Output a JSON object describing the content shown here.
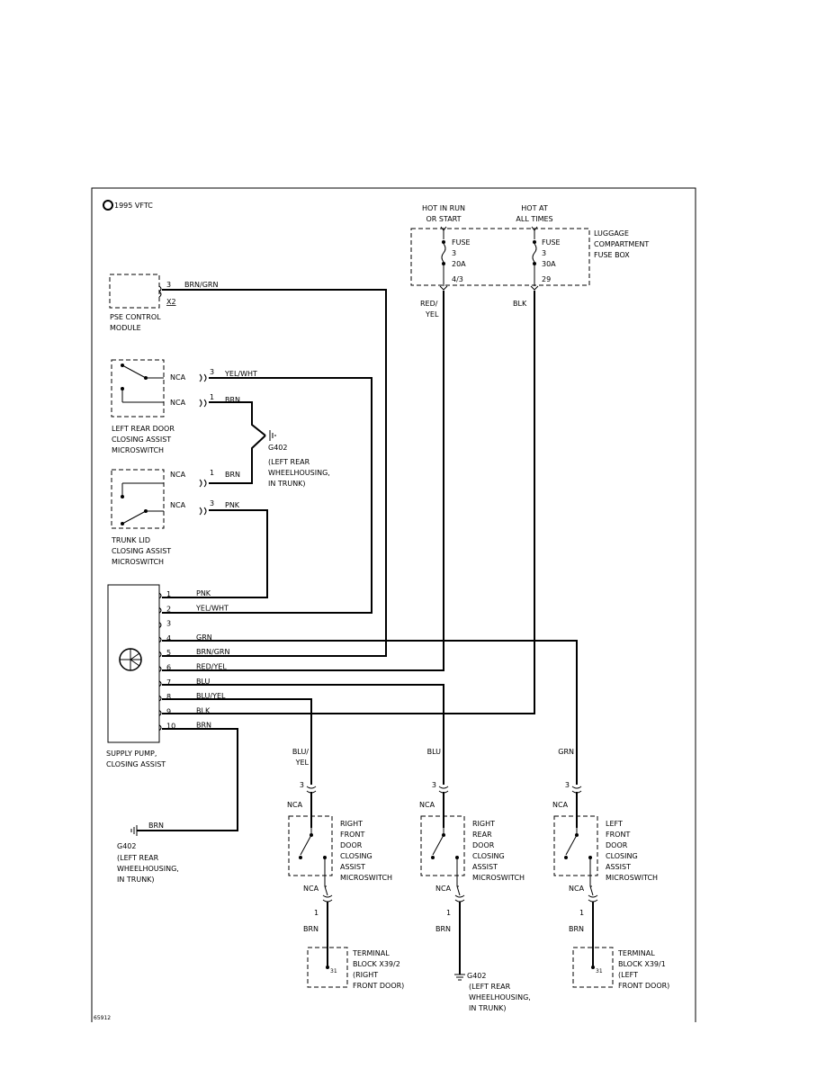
{
  "copyright": "1995 VFTC",
  "figure_id": "65912",
  "fusebox": {
    "label": [
      "LUGGAGE",
      "COMPARTMENT",
      "FUSE BOX"
    ],
    "hot_run": [
      "HOT IN RUN",
      "OR START"
    ],
    "hot_always": [
      "HOT AT",
      "ALL TIMES"
    ],
    "fuse1": [
      "FUSE",
      "3",
      "20A"
    ],
    "fuse1_pin": "4/3",
    "fuse2": [
      "FUSE",
      "3",
      "30A"
    ],
    "fuse2_pin": "29",
    "wire1": [
      "RED/",
      "YEL"
    ],
    "wire2": "BLK"
  },
  "pse": {
    "pin": "3",
    "conn": "X2",
    "wire": "BRN/GRN",
    "label": [
      "PSE CONTROL",
      "MODULE"
    ]
  },
  "lrd_switch": {
    "label": [
      "LEFT REAR DOOR",
      "CLOSING ASSIST",
      "MICROSWITCH"
    ],
    "top": {
      "conn": "NCA",
      "pin": "3",
      "wire": "YEL/WHT"
    },
    "bot": {
      "conn": "NCA",
      "pin": "1",
      "wire": "BRN"
    }
  },
  "g402_top": {
    "label": [
      "G402",
      "(LEFT REAR",
      "WHEELHOUSING,",
      "IN TRUNK)"
    ]
  },
  "trunk_switch": {
    "label": [
      "TRUNK LID",
      "CLOSING ASSIST",
      "MICROSWITCH"
    ],
    "top": {
      "conn": "NCA",
      "pin": "1",
      "wire": "BRN"
    },
    "bot": {
      "conn": "NCA",
      "pin": "3",
      "wire": "PNK"
    }
  },
  "pump": {
    "label": [
      "SUPPLY PUMP,",
      "CLOSING ASSIST"
    ],
    "pins": [
      {
        "pin": "1",
        "wire": "PNK"
      },
      {
        "pin": "2",
        "wire": "YEL/WHT"
      },
      {
        "pin": "3",
        "wire": ""
      },
      {
        "pin": "4",
        "wire": "GRN"
      },
      {
        "pin": "5",
        "wire": "BRN/GRN"
      },
      {
        "pin": "6",
        "wire": "RED/YEL"
      },
      {
        "pin": "7",
        "wire": "BLU"
      },
      {
        "pin": "8",
        "wire": "BLU/YEL"
      },
      {
        "pin": "9",
        "wire": "BLK"
      },
      {
        "pin": "10",
        "wire": "BRN"
      }
    ]
  },
  "g402_left": {
    "wire": "BRN",
    "label": [
      "G402",
      "(LEFT REAR",
      "WHEELHOUSING,",
      "IN TRUNK)"
    ]
  },
  "rf_switch": {
    "wire_in": [
      "BLU/",
      "YEL"
    ],
    "pin_top": "3",
    "conn_top": "NCA",
    "label": [
      "RIGHT",
      "FRONT",
      "DOOR",
      "CLOSING",
      "ASSIST",
      "MICROSWITCH"
    ],
    "conn_bot": "NCA",
    "pin_bot": "1",
    "wire_out": "BRN",
    "term_pin": "31",
    "term_label": [
      "TERMINAL",
      "BLOCK X39/2",
      "(RIGHT",
      "FRONT DOOR)"
    ]
  },
  "rr_switch": {
    "wire_in": [
      "BLU"
    ],
    "pin_top": "3",
    "conn_top": "NCA",
    "label": [
      "RIGHT",
      "REAR",
      "DOOR",
      "CLOSING",
      "ASSIST",
      "MICROSWITCH"
    ],
    "conn_bot": "NCA",
    "pin_bot": "1",
    "wire_out": "BRN",
    "ground_label": [
      "G402",
      "(LEFT REAR",
      "WHEELHOUSING,",
      "IN TRUNK)"
    ]
  },
  "lf_switch": {
    "wire_in": [
      "GRN"
    ],
    "pin_top": "3",
    "conn_top": "NCA",
    "label": [
      "LEFT",
      "FRONT",
      "DOOR",
      "CLOSING",
      "ASSIST",
      "MICROSWITCH"
    ],
    "conn_bot": "NCA",
    "pin_bot": "1",
    "wire_out": "BRN",
    "term_pin": "31",
    "term_label": [
      "TERMINAL",
      "BLOCK X39/1",
      "(LEFT",
      "FRONT DOOR)"
    ]
  }
}
